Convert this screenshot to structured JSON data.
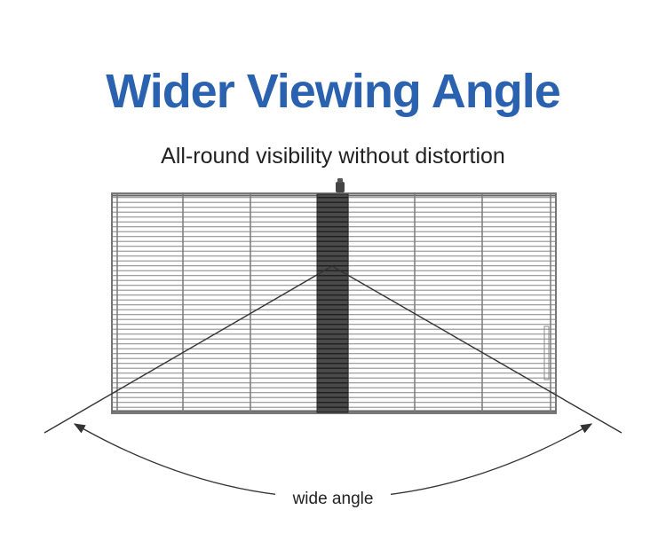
{
  "title": "Wider Viewing Angle",
  "subtitle": "All-round visibility without distortion",
  "angle_label": "wide angle",
  "colors": {
    "title": "#2a62b0",
    "text": "#222222",
    "line": "#333333",
    "panel_frame": "#777777",
    "panel_stripe": "#9a9a9a",
    "center_column": "#3a3a3a"
  }
}
